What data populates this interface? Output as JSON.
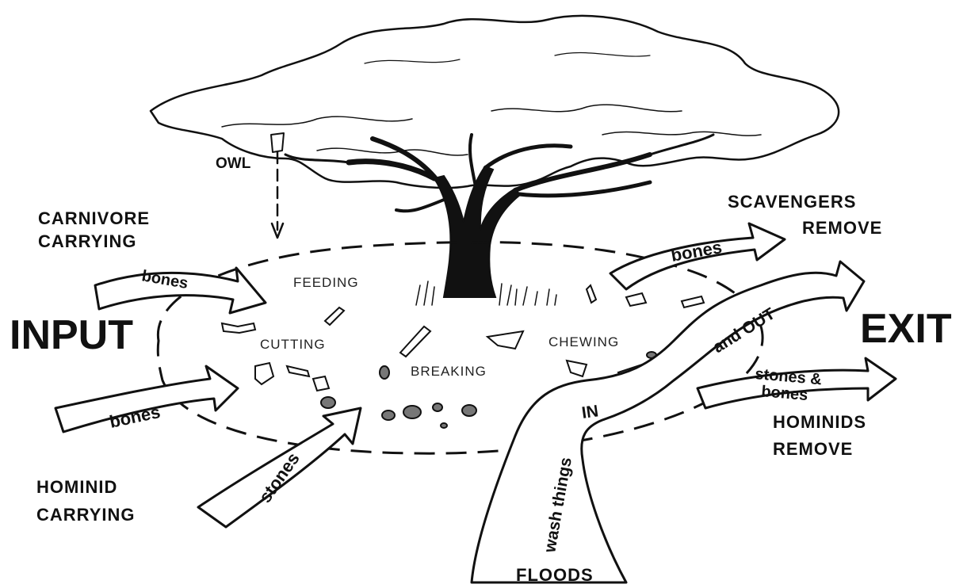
{
  "title_left": "INPUT",
  "title_right": "EXIT",
  "top_labels": {
    "owl": "OWL",
    "carnivore_line1": "CARNIVORE",
    "carnivore_line2": "CARRYING",
    "scavengers_line1": "SCAVENGERS",
    "scavengers_line2": "REMOVE"
  },
  "bottom_labels": {
    "hominid_line1": "HOMINID",
    "hominid_line2": "CARRYING",
    "hominids_remove_line1": "HOMINIDS",
    "hominids_remove_line2": "REMOVE",
    "floods": "FLOODS"
  },
  "arrow_labels": {
    "carnivore_bones": "bones",
    "hominid_bones": "bones",
    "stones": "stones",
    "scavenger_bones": "bones",
    "and_out": "and  OUT",
    "stones_bones_line1": "stones &",
    "stones_bones_line2": "bones",
    "wash_things": "wash things",
    "in": "IN"
  },
  "activities": {
    "feeding": "FEEDING",
    "cutting": "CUTTING",
    "breaking": "BREAKING",
    "chewing": "CHEWING"
  },
  "colors": {
    "ink": "#111111",
    "paper": "#ffffff"
  }
}
